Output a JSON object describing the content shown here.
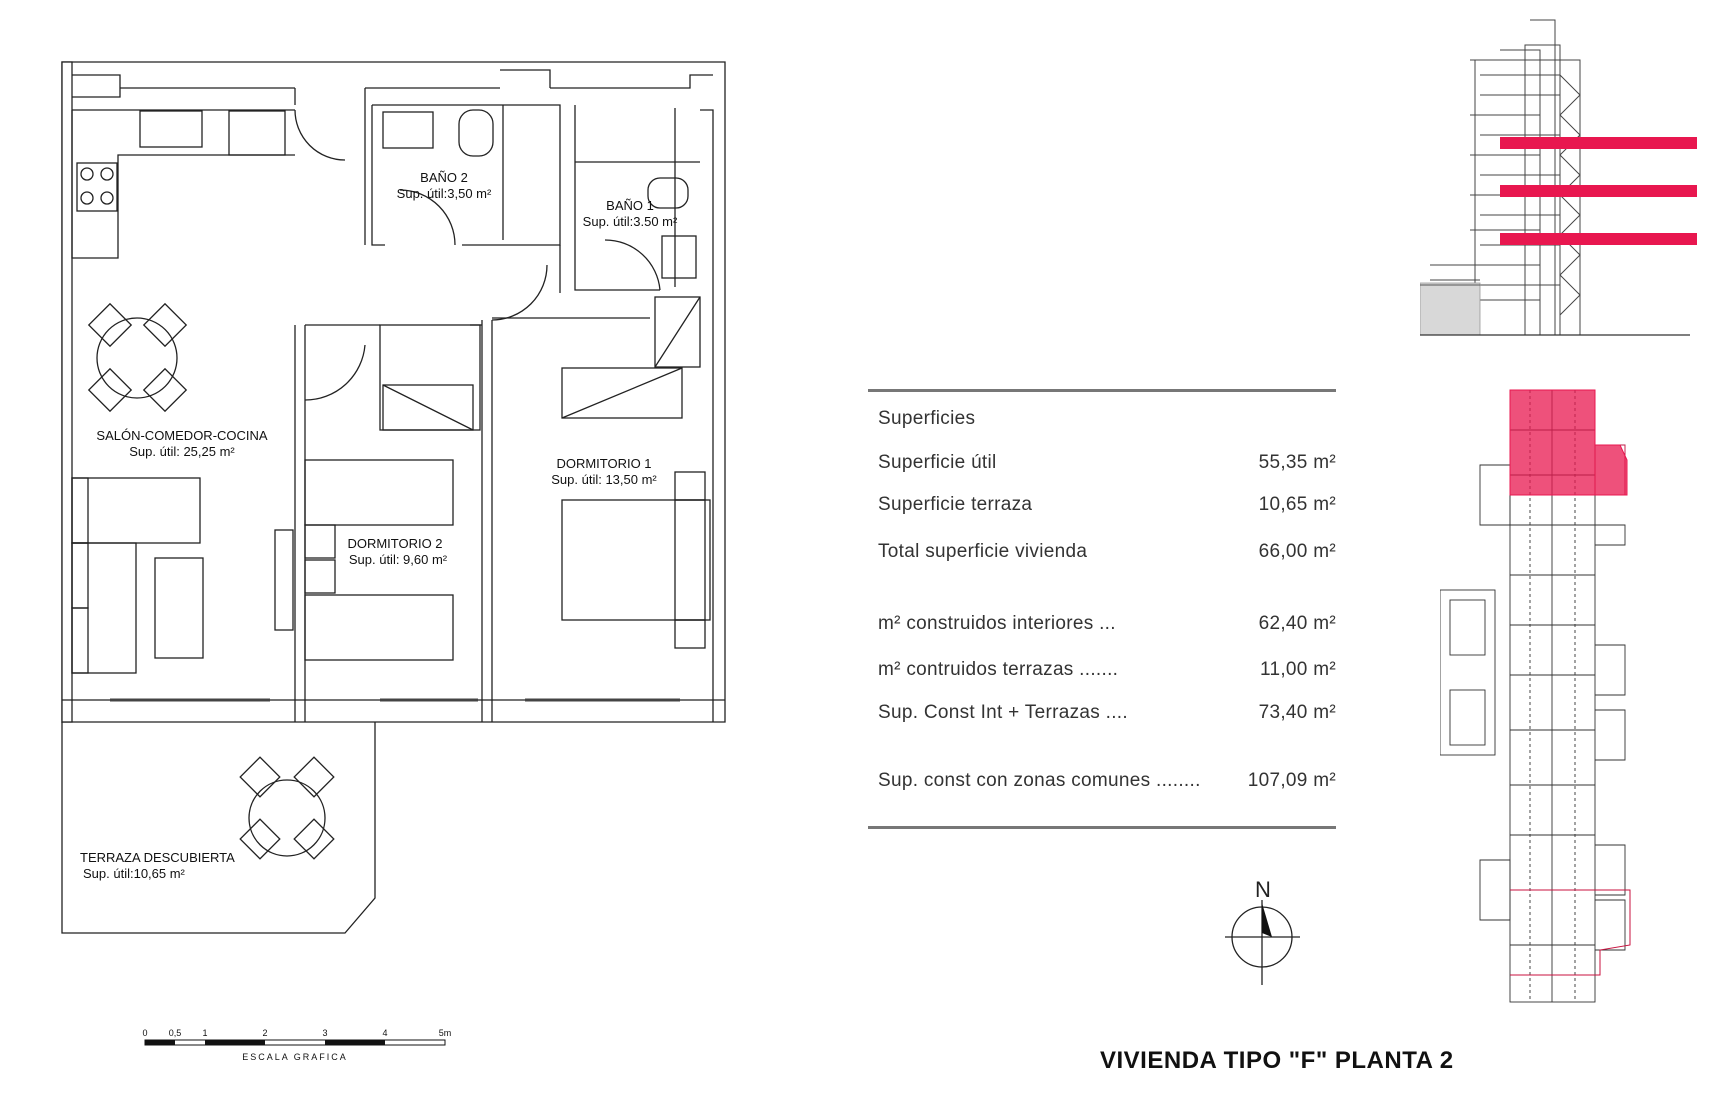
{
  "rooms": {
    "salon": {
      "name": "SALÓN-COMEDOR-COCINA",
      "area": "Sup. útil: 25,25 m²"
    },
    "bano2": {
      "name": "BAÑO 2",
      "area": "Sup. útil:3,50 m²"
    },
    "bano1": {
      "name": "BAÑO 1",
      "area": "Sup. útil:3.50 m²"
    },
    "dormitorio1": {
      "name": "DORMITORIO 1",
      "area": "Sup. útil: 13,50 m²"
    },
    "dormitorio2": {
      "name": "DORMITORIO 2",
      "area": "Sup. útil: 9,60 m²"
    },
    "terraza": {
      "name": "TERRAZA DESCUBIERTA",
      "area": "Sup. útil:10,65 m²"
    }
  },
  "scale": {
    "ticks": [
      "0",
      "0,5",
      "1",
      "2",
      "3",
      "4",
      "5m"
    ],
    "label": "ESCALA GRAFICA"
  },
  "surfaces": {
    "heading": "Superficies",
    "rows": [
      {
        "label": "Superficie útil",
        "value": "55,35 m²"
      },
      {
        "label": "Superficie terraza",
        "value": "10,65 m²"
      },
      {
        "label": "Total superficie vivienda",
        "value": "66,00 m²"
      },
      {
        "label": "m² construidos interiores ...",
        "value": "62,40 m²"
      },
      {
        "label": "m² contruidos terrazas .......",
        "value": "11,00 m²"
      },
      {
        "label": "Sup. Const Int + Terrazas ....",
        "value": "73,40 m²"
      },
      {
        "label": "Sup. const con zonas comunes ........",
        "value": "107,09 m²"
      }
    ]
  },
  "north": {
    "label": "N"
  },
  "title": "VIVIENDA TIPO \"F\" PLANTA 2",
  "colors": {
    "highlight": "#e8174f",
    "wall": "#222222",
    "rule": "#777777"
  }
}
